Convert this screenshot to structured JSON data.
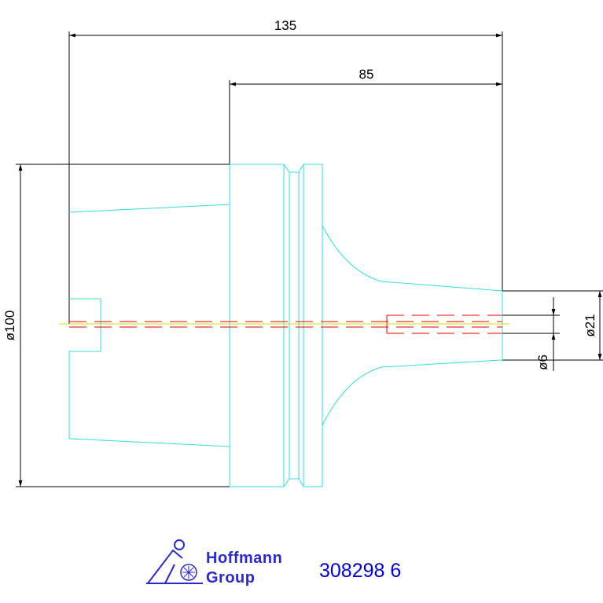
{
  "drawing": {
    "dimensions": {
      "overall_length": "135",
      "partial_length": "85",
      "large_diameter": "ø100",
      "shaft_diameter": "ø21",
      "bore_diameter": "ø6"
    },
    "colors": {
      "outline": "#33dddd",
      "dimension": "#000000",
      "hidden": "#ee0000",
      "centerline": "#dddd00"
    }
  },
  "title_block": {
    "logo_line1": "Hoffmann",
    "logo_line2": "Group",
    "part_number": "308298 6"
  }
}
